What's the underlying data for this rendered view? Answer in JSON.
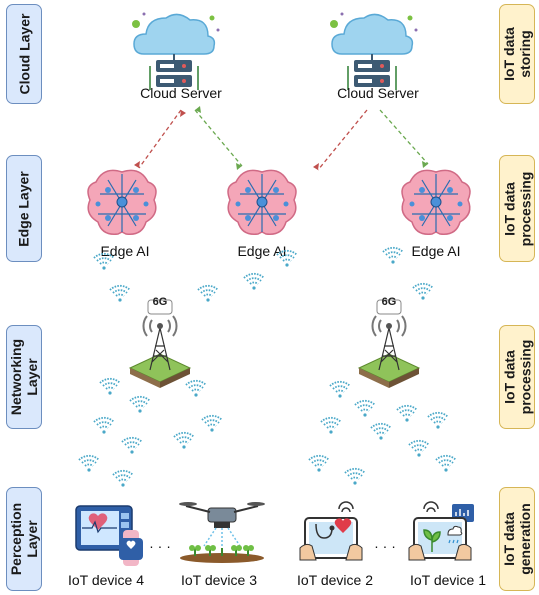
{
  "layers_left": [
    {
      "id": "cloud",
      "label": "Cloud Layer"
    },
    {
      "id": "edge",
      "label": "Edge Layer"
    },
    {
      "id": "network",
      "label": "Networking Layer",
      "line1": "Networking",
      "line2": "Layer"
    },
    {
      "id": "perception",
      "label": "Perception Layer",
      "line1": "Perception",
      "line2": "Layer"
    }
  ],
  "layers_right": [
    {
      "id": "storing",
      "line1": "IoT data",
      "line2": "storing"
    },
    {
      "id": "processing1",
      "line1": "IoT data",
      "line2": "processing"
    },
    {
      "id": "processing2",
      "line1": "IoT data",
      "line2": "processing"
    },
    {
      "id": "generation",
      "line1": "IoT data",
      "line2": "generation"
    }
  ],
  "cloud_servers": [
    "Cloud Server",
    "Cloud Server"
  ],
  "edge_nodes": [
    "Edge AI",
    "Edge AI",
    "Edge AI"
  ],
  "towers": [
    "6G",
    "6G"
  ],
  "devices": [
    "IoT device 4",
    "IoT device 3",
    "IoT device 2",
    "IoT device 1"
  ],
  "ellipsis": [
    "· · ·",
    "· · ·"
  ],
  "colors": {
    "link_red": "#c0504d",
    "link_green": "#6aa84f",
    "wifi": "#4aa8c8",
    "left_fill": "#dae8fc",
    "right_fill": "#fff2cc"
  }
}
